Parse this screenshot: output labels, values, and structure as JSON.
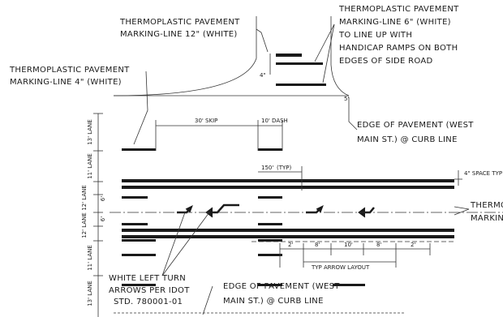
{
  "notes": {
    "marking_12": [
      "THERMOPLASTIC PAVEMENT",
      "MARKING-LINE 12\" (WHITE)"
    ],
    "marking_6": [
      "THERMOPLASTIC PAVEMENT",
      "MARKING-LINE 6\" (WHITE)",
      "TO LINE UP WITH",
      "HANDICAP RAMPS ON BOTH",
      "EDGES OF SIDE ROAD"
    ],
    "marking_4": [
      "THERMOPLASTIC PAVEMENT",
      "MARKING-LINE 4\" (WHITE)"
    ],
    "edge_top": [
      "EDGE OF PAVEMENT (WEST",
      "MAIN ST.) @ CURB LINE"
    ],
    "thermo_right": [
      "THERMOPL",
      "MARKING-"
    ],
    "arrows": [
      "WHITE LEFT TURN",
      "ARROWS PER IDOT",
      "STD. 780001-01"
    ],
    "edge_bottom": [
      "EDGE OF PAVEMENT (WEST",
      "MAIN ST.) @ CURB LINE"
    ]
  },
  "dimensions": {
    "skip": "30' SKIP",
    "dash": "10' DASH",
    "taper": "150'",
    "typ": "(TYP)",
    "space": "4\" SPACE TYP",
    "four_in": "4\"",
    "five_ft": "5'",
    "arrow_spacing": [
      "2'",
      "8'",
      "10'",
      "8'",
      "2'"
    ],
    "arrow_layout": "TYP ARROW LAYOUT"
  },
  "lanes": [
    "13' LANE",
    "11' LANE",
    "12' LANE",
    "6'",
    "6'",
    "12' LANE",
    "11' LANE",
    "13' LANE"
  ]
}
